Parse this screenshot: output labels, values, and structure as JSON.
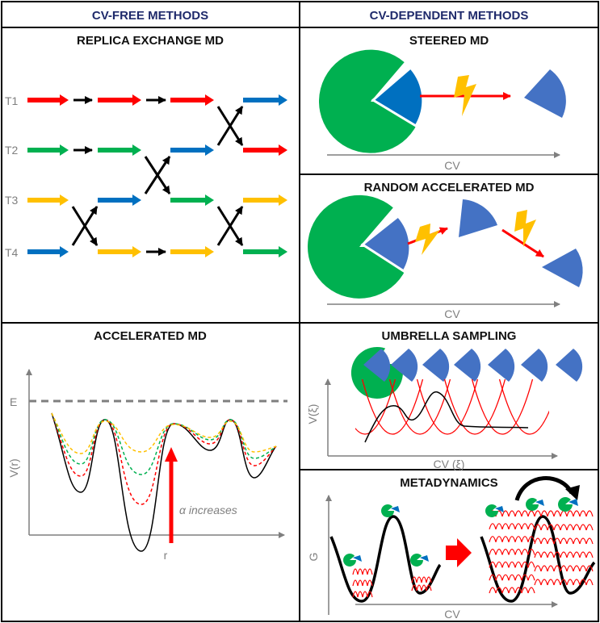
{
  "headers": {
    "left": "CV-FREE METHODS",
    "right": "CV-DEPENDENT METHODS"
  },
  "remd": {
    "title": "REPLICA EXCHANGE MD",
    "temps": [
      "T1",
      "T2",
      "T3",
      "T4"
    ],
    "colors": {
      "red": "#ff0000",
      "green": "#00b050",
      "yellow": "#ffc000",
      "blue": "#0070c0",
      "black": "#000000"
    }
  },
  "smd": {
    "title": "STEERED MD",
    "xlabel": "CV"
  },
  "ramd": {
    "title": "RANDOM ACCELERATED MD",
    "xlabel": "CV"
  },
  "amd": {
    "title": "ACCELERATED MD",
    "energy_label": "E",
    "ylabel": "V(r)",
    "xlabel": "r",
    "annotation": "α increases"
  },
  "us": {
    "title": "UMBRELLA SAMPLING",
    "ylabel": "V(ξ)",
    "xlabel": "CV (ξ)"
  },
  "meta": {
    "title": "METADYNAMICS",
    "ylabel": "G",
    "xlabel": "CV"
  },
  "palette": {
    "green": "#00b050",
    "blue": "#4472c4",
    "dark_blue": "#0070c0",
    "red": "#ff0000",
    "yellow": "#ffc000",
    "gray": "#7f7f7f"
  }
}
